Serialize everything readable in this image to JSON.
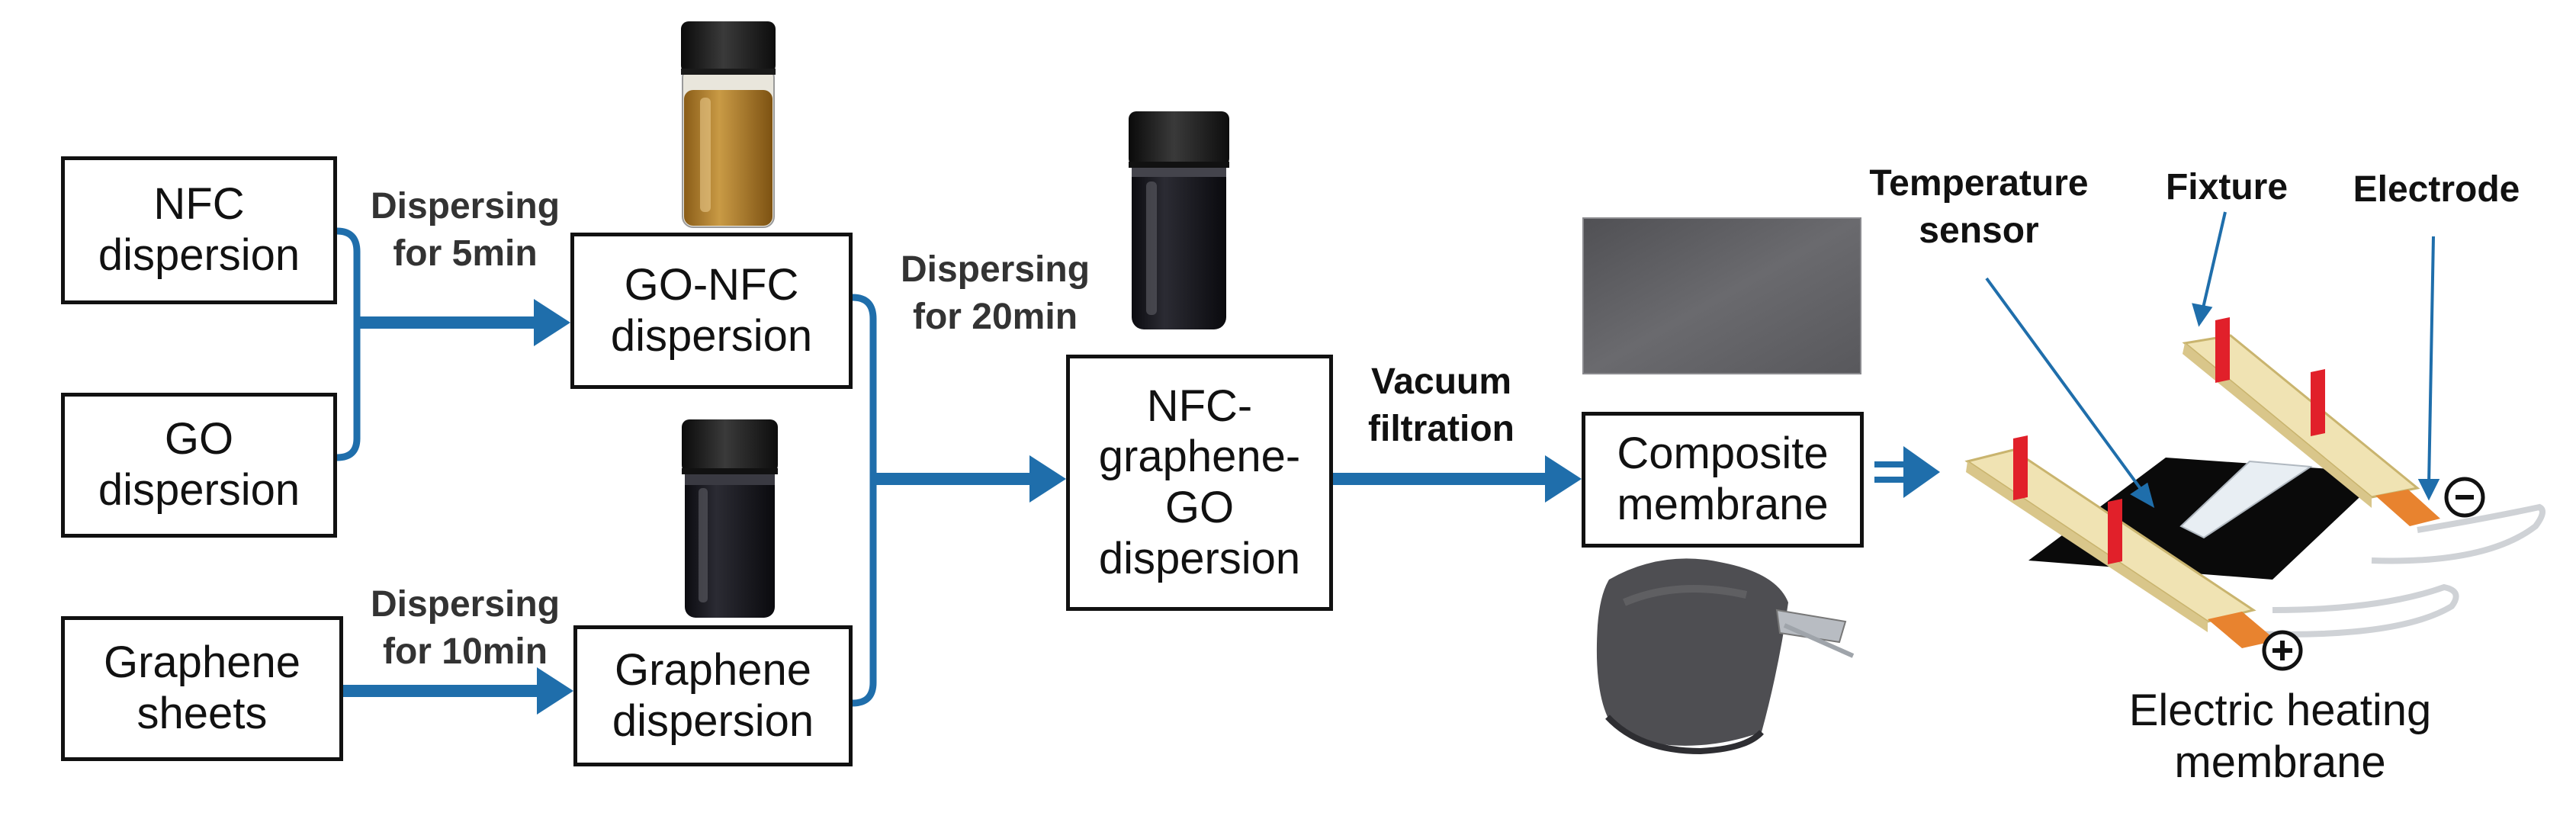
{
  "boxes": {
    "nfc": "NFC\ndispersion",
    "go": "GO\ndispersion",
    "graphene_sheets": "Graphene\nsheets",
    "go_nfc": "GO-NFC\ndispersion",
    "graphene_dispersion": "Graphene\ndispersion",
    "nfc_graphene_go": "NFC-\ngraphene-\nGO\ndispersion",
    "composite": "Composite\nmembrane"
  },
  "steps": {
    "disperse_5": "Dispersing\nfor 5min",
    "disperse_10": "Dispersing\nfor 10min",
    "disperse_20": "Dispersing\nfor 20min",
    "vacuum": "Vacuum\nfiltration"
  },
  "device_labels": {
    "temperature_sensor": "Temperature\nsensor",
    "fixture": "Fixture",
    "electrode": "Electrode"
  },
  "caption": "Electric heating\nmembrane",
  "colors": {
    "arrow": "#1f6eab",
    "box_border": "#111111",
    "go_nfc_liquid": "#b8862e",
    "dark_liquid": "#15151c",
    "fixture_bar": "#f0e3b3",
    "clamp": "#e1202a",
    "electrode_tab": "#e8832f",
    "membrane_black": "#0a0a0a",
    "membrane_photo": "#606063"
  },
  "icons": [
    "vial-go-nfc-icon",
    "vial-graphene-icon",
    "vial-mixture-icon",
    "membrane-photo-icon",
    "rolled-membrane-icon",
    "heating-device-icon",
    "minus-terminal-icon",
    "plus-terminal-icon"
  ]
}
